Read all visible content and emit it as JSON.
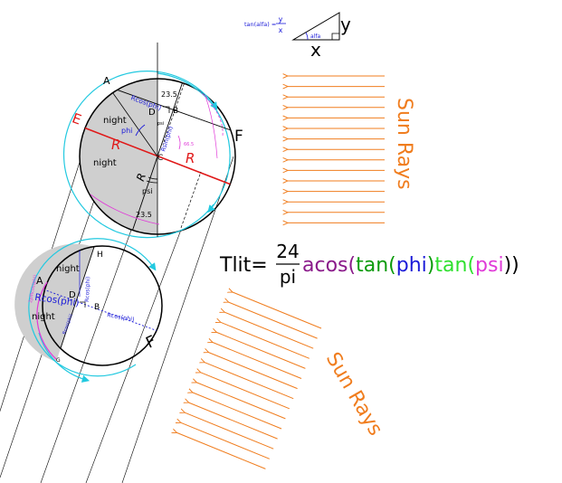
{
  "colors": {
    "sun": "#f07d1e",
    "cyan": "#22c9e0",
    "magenta": "#e03ad8",
    "red": "#e01818",
    "blue": "#1a1ad8",
    "green": "#0a9a0a",
    "lime": "#2ee02e",
    "purple": "#8a1a8a",
    "shade": "#cfcfcf",
    "black": "#000000"
  },
  "legend": {
    "formula_left": "tan(alfa) =",
    "frac_num": "y",
    "frac_den": "x",
    "alfa": "alfa",
    "side_y": "y",
    "side_x": "x"
  },
  "top_circle": {
    "A": "A",
    "B": "B",
    "C": "C",
    "D": "D",
    "E": "E",
    "F": "F",
    "R_left": "R",
    "R_right": "R",
    "R_diag": "R",
    "night_1": "night",
    "night_2": "night",
    "phi": "phi",
    "psi": "psi",
    "psi_small": "psi",
    "rcos_phi": "Rcos(phi)",
    "rsin_phi": "Rsin(phi)",
    "deg_top": "23.5",
    "deg_bottom": "23.5",
    "deg_66": "66.5"
  },
  "bottom_circle": {
    "A": "A",
    "B": "B",
    "D": "D",
    "F": "F",
    "G": "G",
    "H": "H",
    "night_1": "night",
    "night_2": "night",
    "rcos_phi_big": "Rcos(phi)",
    "rcos_phi_right": "Rcos(phi)",
    "rcos_phi_vert": "Rcos(phi)",
    "rcos_phi_diag": "Rcos(phi)",
    "rcos_phi_arc": "2piRcos(phi)"
  },
  "formula": {
    "lhs": "Tlit=",
    "num": "24",
    "den": "pi",
    "acos": "acos",
    "p1": "(",
    "tan1": "tan",
    "p2": "(",
    "phi": "phi",
    "p3": ")",
    "tan2": "tan",
    "p4": "(",
    "psi": "psi",
    "p5": "))"
  },
  "sun_rays_1": "Sun Rays",
  "sun_rays_2": "Sun Rays"
}
